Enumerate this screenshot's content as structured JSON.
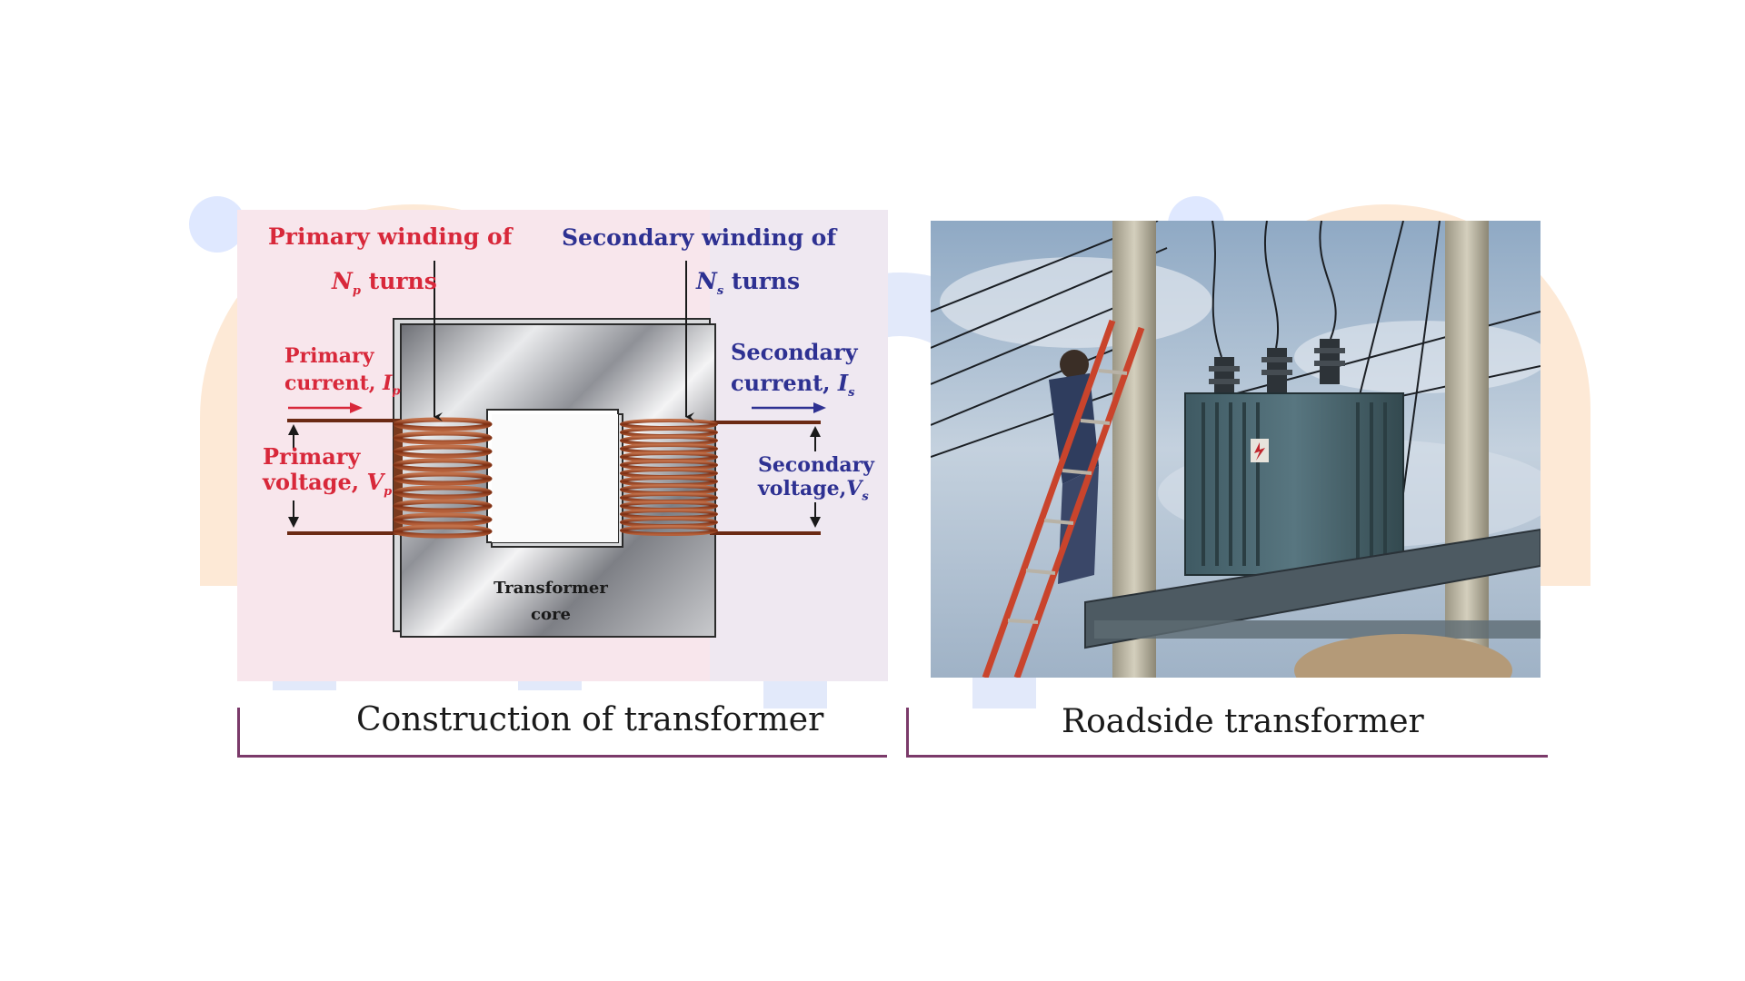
{
  "diagram": {
    "primary_winding_line1": "Primary winding of",
    "primary_winding_sym": "N",
    "primary_winding_sub": "p",
    "primary_winding_tail": " turns",
    "secondary_winding_line1": "Secondary winding of",
    "secondary_winding_sym": "N",
    "secondary_winding_sub": "s",
    "secondary_winding_tail": " turns",
    "primary_current_line1": "Primary",
    "primary_current_line2": "current, ",
    "primary_current_sym": "I",
    "primary_current_sub": "p",
    "primary_voltage_line1": "Primary",
    "primary_voltage_line2": "voltage, ",
    "primary_voltage_sym": "V",
    "primary_voltage_sub": "p",
    "secondary_current_line1": "Secondary",
    "secondary_current_line2": "current, ",
    "secondary_current_sym": "I",
    "secondary_current_sub": "s",
    "secondary_voltage_line1": "Secondary",
    "secondary_voltage_line2": "voltage,",
    "secondary_voltage_sym": "V",
    "secondary_voltage_sub": "s",
    "core_line1": "Transformer",
    "core_line2": "core"
  },
  "captions": {
    "left": "Construction of transformer",
    "right": "Roadside transformer"
  },
  "colors": {
    "primary_label": "#d8283a",
    "secondary_label": "#2e3192",
    "caption_rule": "#7b3a6a",
    "coil": "#8a3b1a"
  },
  "icons": [
    "transformer-diagram",
    "roadside-transformer-photo"
  ]
}
